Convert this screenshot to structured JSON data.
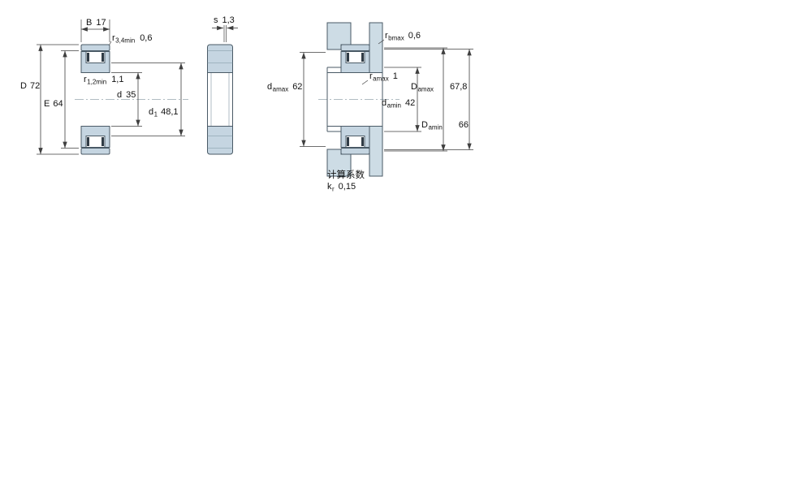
{
  "drawing": {
    "colors": {
      "steel": "#c5d5e1",
      "adjacent": "#cddce5",
      "outline": "#4a5a66",
      "dark": "#303c46",
      "dim": "#3f3f3f",
      "text": "#111111",
      "centerline": "#98a6b0"
    },
    "views": {
      "cross_section": {
        "dims": {
          "B": {
            "base": "B",
            "value": "17"
          },
          "r34": {
            "base": "r",
            "sub": "3,4min",
            "value": "0,6"
          },
          "D": {
            "base": "D",
            "value": "72"
          },
          "E": {
            "base": "E",
            "value": "64"
          },
          "r12": {
            "base": "r",
            "sub": "1,2min",
            "value": "1,1"
          },
          "d": {
            "base": "d",
            "value": "35"
          },
          "d1": {
            "base": "d",
            "sub": "1",
            "value": "48,1"
          }
        }
      },
      "side": {
        "dims": {
          "s": {
            "base": "s",
            "value": "1,3"
          }
        }
      },
      "mounted": {
        "dims": {
          "rb": {
            "base": "r",
            "sub": "bmax",
            "value": "0,6"
          },
          "da_max": {
            "base": "d",
            "sub": "amax",
            "value": "62"
          },
          "ra": {
            "base": "r",
            "sub": "amax",
            "value": "1"
          },
          "da_min": {
            "base": "d",
            "sub": "amin",
            "value": "42"
          },
          "Da_max": {
            "base": "D",
            "sub": "amax",
            "value": "67,8"
          },
          "Da_min": {
            "base": "D",
            "sub": "amin",
            "value": "66"
          }
        }
      }
    },
    "calculation_factors": {
      "heading": "计算系数",
      "kr": {
        "base": "k",
        "sub": "r",
        "value": "0,15"
      }
    }
  }
}
